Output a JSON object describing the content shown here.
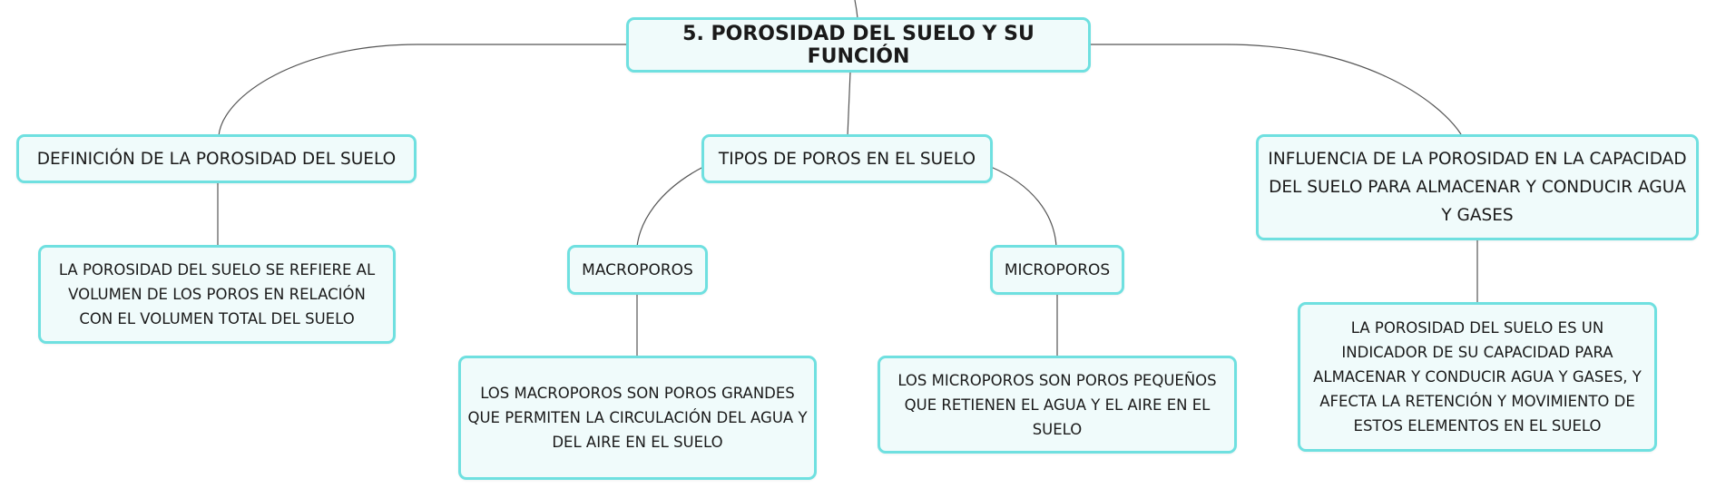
{
  "diagram": {
    "root": {
      "label": "5. POROSIDAD DEL SUELO Y SU FUNCIÓN"
    },
    "definicion": {
      "label": "DEFINICIÓN DE LA POROSIDAD DEL SUELO",
      "detail": "LA POROSIDAD DEL SUELO SE REFIERE AL VOLUMEN DE LOS POROS EN RELACIÓN CON EL VOLUMEN TOTAL DEL SUELO"
    },
    "tipos": {
      "label": "TIPOS DE POROS EN EL SUELO",
      "macroporos": {
        "label": "MACROPOROS",
        "detail": "LOS MACROPOROS SON POROS GRANDES QUE PERMITEN LA CIRCULACIÓN DEL AGUA Y DEL AIRE EN EL SUELO"
      },
      "microporos": {
        "label": "MICROPOROS",
        "detail": "LOS MICROPOROS SON POROS PEQUEÑOS QUE RETIENEN EL AGUA Y EL AIRE EN EL SUELO"
      }
    },
    "influencia": {
      "label": "INFLUENCIA DE LA POROSIDAD EN LA CAPACIDAD DEL SUELO PARA ALMACENAR Y CONDUCIR AGUA Y GASES",
      "detail": "LA POROSIDAD DEL SUELO ES UN INDICADOR DE SU CAPACIDAD PARA ALMACENAR Y CONDUCIR AGUA Y GASES, Y AFECTA LA RETENCIÓN Y MOVIMIENTO DE ESTOS ELEMENTOS EN EL SUELO"
    },
    "colors": {
      "node_border": "#6fe0e0",
      "node_fill": "#f0fbfb",
      "connector": "#555555"
    }
  }
}
